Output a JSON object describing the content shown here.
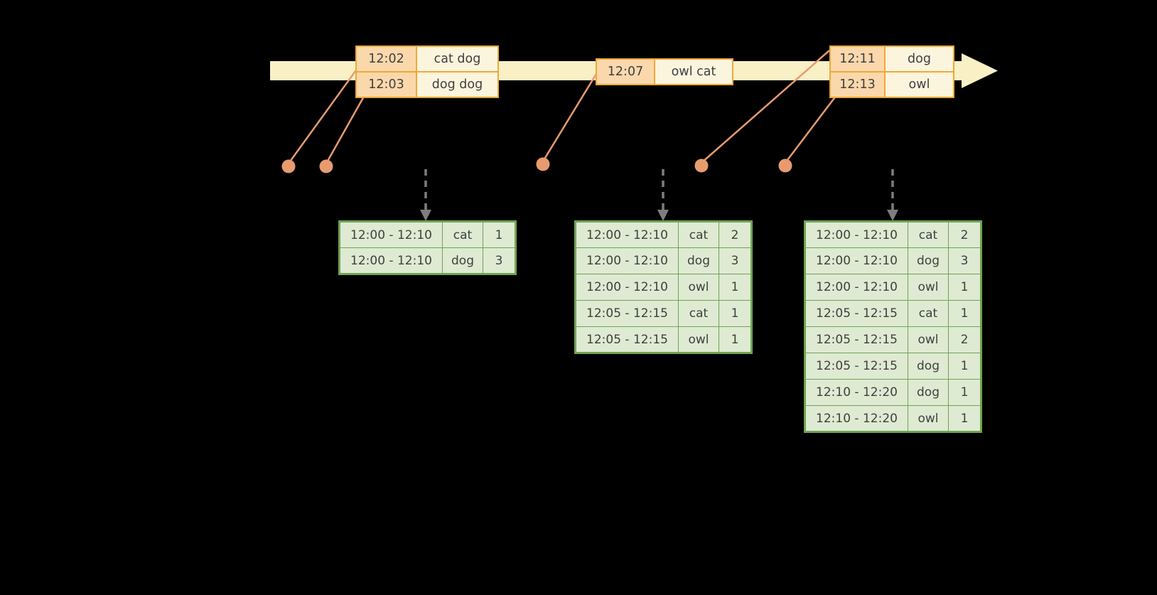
{
  "colors": {
    "background": "#000000",
    "timeline_fill": "#faf0c6",
    "event_border": "#f0a836",
    "event_time_fill": "#fad8ac",
    "event_word_fill": "#fcf5de",
    "table_text": "#3f3f3f",
    "dot": "#e89b6f",
    "connector": "#e89b6f",
    "dashed_arrow": "#7e7e7e",
    "result_border": "#6ea455",
    "result_fill": "#dfead2"
  },
  "event_tables": [
    {
      "rows": [
        {
          "time": "12:02",
          "words": "cat dog"
        },
        {
          "time": "12:03",
          "words": "dog dog"
        }
      ]
    },
    {
      "rows": [
        {
          "time": "12:07",
          "words": "owl cat"
        }
      ]
    },
    {
      "rows": [
        {
          "time": "12:11",
          "words": "dog"
        },
        {
          "time": "12:13",
          "words": "owl"
        }
      ]
    }
  ],
  "result_tables": [
    {
      "rows": [
        {
          "window": "12:00 - 12:10",
          "word": "cat",
          "count": "1"
        },
        {
          "window": "12:00 - 12:10",
          "word": "dog",
          "count": "3"
        }
      ]
    },
    {
      "rows": [
        {
          "window": "12:00 - 12:10",
          "word": "cat",
          "count": "2"
        },
        {
          "window": "12:00 - 12:10",
          "word": "dog",
          "count": "3"
        },
        {
          "window": "12:00 - 12:10",
          "word": "owl",
          "count": "1"
        },
        {
          "window": "12:05 - 12:15",
          "word": "cat",
          "count": "1"
        },
        {
          "window": "12:05 - 12:15",
          "word": "owl",
          "count": "1"
        }
      ]
    },
    {
      "rows": [
        {
          "window": "12:00 - 12:10",
          "word": "cat",
          "count": "2"
        },
        {
          "window": "12:00 - 12:10",
          "word": "dog",
          "count": "3"
        },
        {
          "window": "12:00 - 12:10",
          "word": "owl",
          "count": "1"
        },
        {
          "window": "12:05 - 12:15",
          "word": "cat",
          "count": "1"
        },
        {
          "window": "12:05 - 12:15",
          "word": "owl",
          "count": "2"
        },
        {
          "window": "12:05 - 12:15",
          "word": "dog",
          "count": "1"
        },
        {
          "window": "12:10 - 12:20",
          "word": "dog",
          "count": "1"
        },
        {
          "window": "12:10 - 12:20",
          "word": "owl",
          "count": "1"
        }
      ]
    }
  ]
}
